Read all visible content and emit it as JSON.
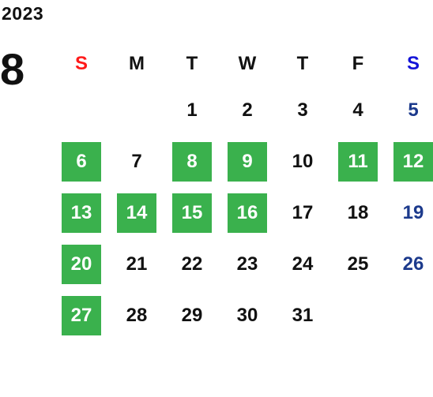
{
  "year": "2023",
  "month": "8",
  "weekdays": [
    "S",
    "M",
    "T",
    "W",
    "T",
    "F",
    "S"
  ],
  "colors": {
    "highlight": "#3ab14d",
    "sunday_header": "#ff1a1a",
    "saturday_header": "#1414d8",
    "saturday_day": "#1c3a8c"
  },
  "weeks": [
    [
      null,
      null,
      {
        "d": "1"
      },
      {
        "d": "2"
      },
      {
        "d": "3"
      },
      {
        "d": "4"
      },
      {
        "d": "5"
      }
    ],
    [
      {
        "d": "6",
        "marked": true
      },
      {
        "d": "7"
      },
      {
        "d": "8",
        "marked": true
      },
      {
        "d": "9",
        "marked": true
      },
      {
        "d": "10"
      },
      {
        "d": "11",
        "marked": true
      },
      {
        "d": "12",
        "marked": true
      }
    ],
    [
      {
        "d": "13",
        "marked": true
      },
      {
        "d": "14",
        "marked": true
      },
      {
        "d": "15",
        "marked": true
      },
      {
        "d": "16",
        "marked": true
      },
      {
        "d": "17"
      },
      {
        "d": "18"
      },
      {
        "d": "19"
      }
    ],
    [
      {
        "d": "20",
        "marked": true
      },
      {
        "d": "21"
      },
      {
        "d": "22"
      },
      {
        "d": "23"
      },
      {
        "d": "24"
      },
      {
        "d": "25"
      },
      {
        "d": "26"
      }
    ],
    [
      {
        "d": "27",
        "marked": true
      },
      {
        "d": "28"
      },
      {
        "d": "29"
      },
      {
        "d": "30"
      },
      {
        "d": "31"
      },
      null,
      null
    ]
  ]
}
